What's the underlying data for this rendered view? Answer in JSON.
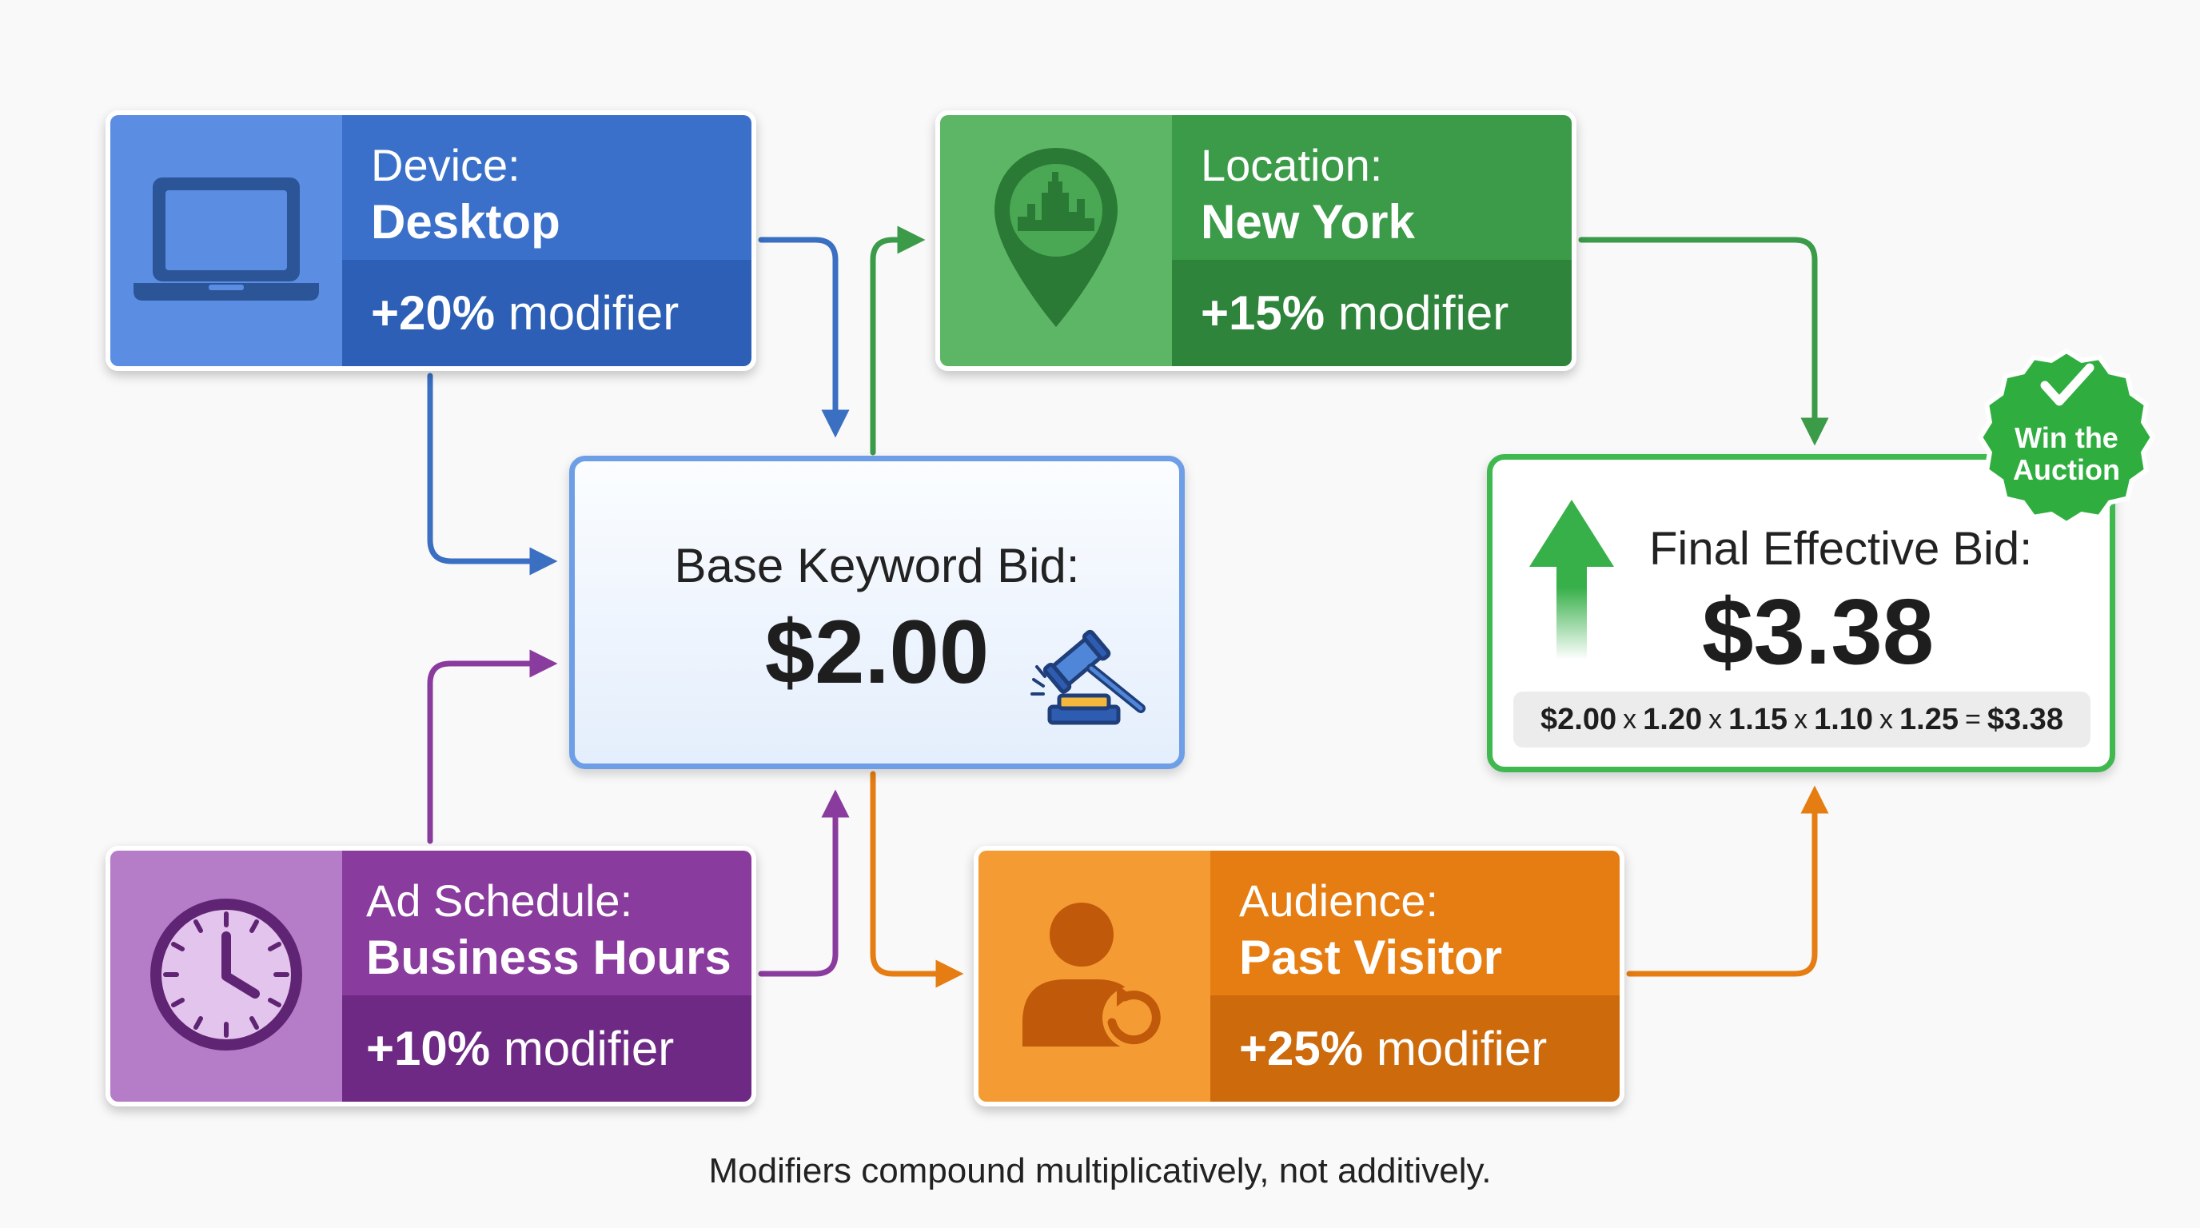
{
  "cards": {
    "device": {
      "label": "Device:",
      "value": "Desktop",
      "modifier_pct": "+20%",
      "modifier_word": "modifier"
    },
    "location": {
      "label": "Location:",
      "value": "New York",
      "modifier_pct": "+15%",
      "modifier_word": "modifier"
    },
    "schedule": {
      "label": "Ad Schedule:",
      "value": "Business Hours",
      "modifier_pct": "+10%",
      "modifier_word": "modifier"
    },
    "audience": {
      "label": "Audience:",
      "value": "Past Visitor",
      "modifier_pct": "+25%",
      "modifier_word": "modifier"
    }
  },
  "base": {
    "label": "Base Keyword Bid:",
    "value": "$2.00"
  },
  "final": {
    "label": "Final Effective Bid:",
    "value": "$3.38",
    "formula": {
      "t1": "$2.00",
      "t2": "1.20",
      "t3": "1.15",
      "t4": "1.10",
      "t5": "1.25",
      "result": "$3.38",
      "times": "x",
      "equals": "="
    }
  },
  "badge": {
    "line1": "Win the",
    "line2": "Auction"
  },
  "footnote": "Modifiers compound multiplicatively, not additively.",
  "icons": {
    "device": "laptop-icon",
    "location": "city-pin-icon",
    "schedule": "clock-icon",
    "audience": "returning-user-icon",
    "base": "gavel-icon",
    "final": "up-arrow-icon",
    "badge": "checkmark-seal-icon"
  },
  "colors": {
    "blue": "#3a70c9",
    "green": "#3b9b48",
    "purple": "#8a3b9e",
    "orange": "#e57d12",
    "final_border": "#3eb84f"
  }
}
